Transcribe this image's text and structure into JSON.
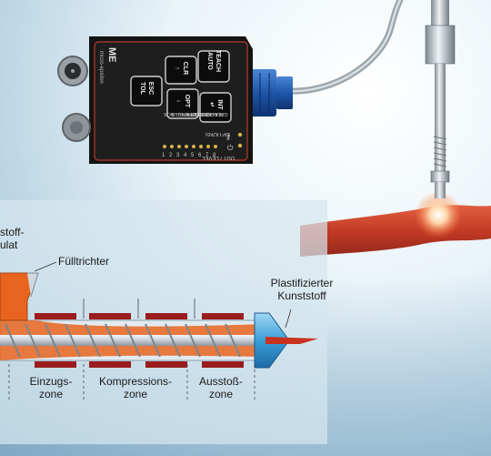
{
  "device": {
    "brand": "micro-epsilon",
    "logo_text": "ME",
    "buttons": [
      {
        "label_top": "TEACH",
        "label_bottom": "AUTO"
      },
      {
        "label_top": "CLR",
        "label_bottom": "↑"
      },
      {
        "label_top": "ESC",
        "label_bottom": "TOL"
      },
      {
        "label_top": "INT",
        "label_bottom": "↵"
      },
      {
        "label_top": "OPT",
        "label_bottom": "↓"
      }
    ],
    "mode_labels": [
      "GATE",
      "TEACH",
      "HOLD",
      "MULTI",
      "CLASSIFY",
      "SPHERE",
      "CYLINDER",
      "BOX"
    ],
    "mode_numbers": [
      "1",
      "2",
      "3",
      "4",
      "5",
      "6",
      "7",
      "8"
    ],
    "options_label": "OPTIONS",
    "out_level_label": "OUT / LEVEL"
  },
  "diagram": {
    "label_material_line1": "stoff-",
    "label_material_line2": "ulat",
    "label_hopper": "Fülltrichter",
    "label_output_line1": "Plastifizierter",
    "label_output_line2": "Kunststoff",
    "zones": [
      {
        "line1": "Einzugs-",
        "line2": "zone"
      },
      {
        "line1": "Kompressions-",
        "line2": "zone"
      },
      {
        "line1": "Ausstoß-",
        "line2": "zone"
      }
    ]
  },
  "colors": {
    "device_body": "#1b1b1b",
    "connector_blue": "#2a63b8",
    "heater_red": "#9b1c1c",
    "material_orange": "#e8641e",
    "plastic_ribbon": "#c8321e"
  }
}
